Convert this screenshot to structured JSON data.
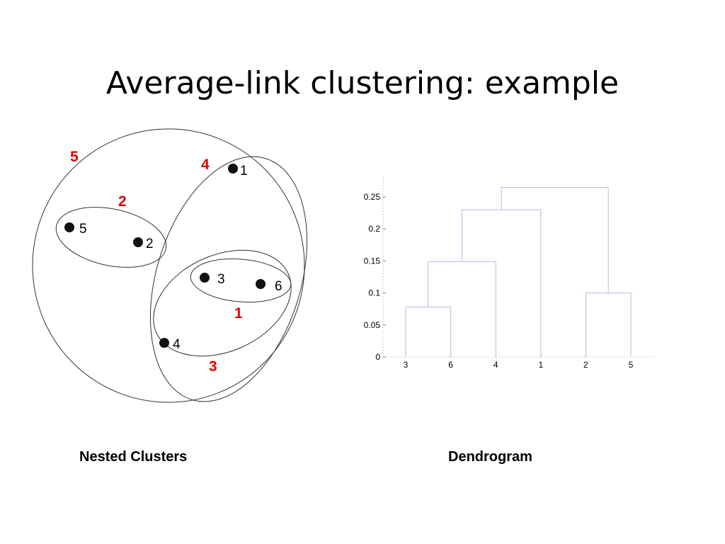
{
  "title": "Average-link clustering: example",
  "captions": {
    "nested": "Nested Clusters",
    "dendrogram": "Dendrogram"
  },
  "colors": {
    "cluster_label": "#e00000",
    "dendrogram_line": "#b8b8e8"
  },
  "nested": {
    "points": [
      "1",
      "2",
      "3",
      "4",
      "5",
      "6"
    ],
    "cluster_labels": [
      "1",
      "2",
      "3",
      "4",
      "5"
    ]
  },
  "chart_data": {
    "type": "dendrogram",
    "leaf_order": [
      "3",
      "6",
      "4",
      "1",
      "2",
      "5"
    ],
    "merges": [
      {
        "left": [
          "3"
        ],
        "right": [
          "6"
        ],
        "height": 0.078
      },
      {
        "left": [
          "2"
        ],
        "right": [
          "5"
        ],
        "height": 0.1
      },
      {
        "left": [
          "3",
          "6"
        ],
        "right": [
          "4"
        ],
        "height": 0.149
      },
      {
        "left": [
          "3",
          "6",
          "4"
        ],
        "right": [
          "1"
        ],
        "height": 0.23
      },
      {
        "left": [
          "3",
          "6",
          "4",
          "1"
        ],
        "right": [
          "2",
          "5"
        ],
        "height": 0.265
      }
    ],
    "ylim": [
      0,
      0.28
    ],
    "yticks": [
      "0",
      "0.05",
      "0.1",
      "0.15",
      "0.2",
      "0.25"
    ],
    "ytick_values": [
      0,
      0.05,
      0.1,
      0.15,
      0.2,
      0.25
    ]
  }
}
